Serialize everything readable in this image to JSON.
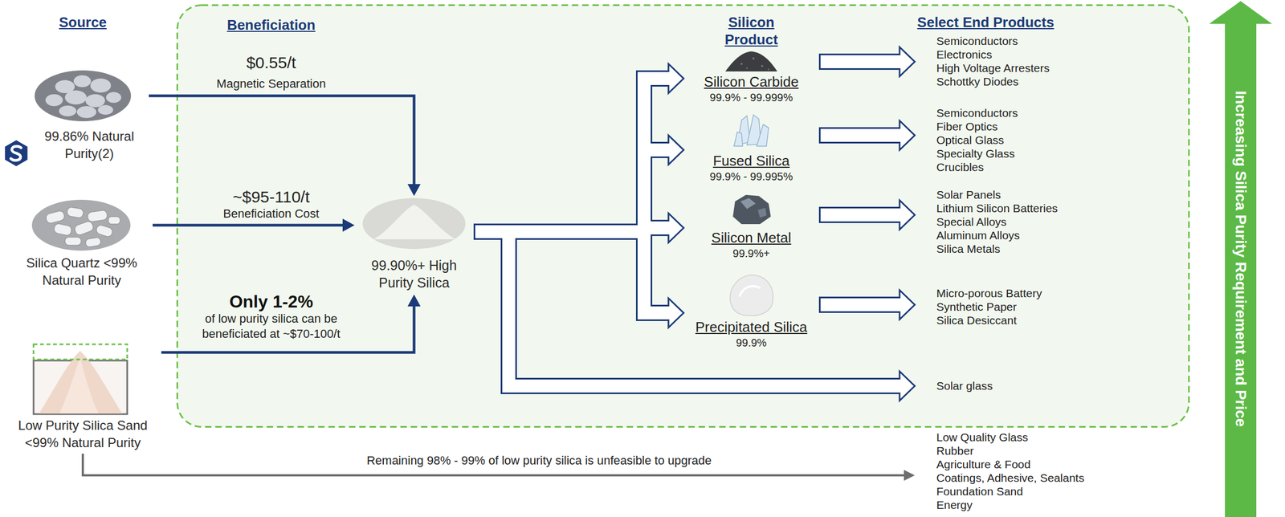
{
  "diagram": {
    "nodes": [
      {
        "text": [
          "99.86% Natural Purity(2)"
        ]
      },
      {
        "text": [
          "Silica Quartz <99% Natural Purity"
        ]
      },
      {
        "text": [
          "Low Purity Silica Sand <99% Natural Purity"
        ]
      },
      {
        "text": [
          "Beneficiation"
        ]
      },
      {
        "text": [
          "99.90%+ High Purity Silica"
        ],
        "in": 3
      },
      {
        "text": [
          "Silicon Carbide",
          "99.9% - 99.999%"
        ],
        "in": 3
      },
      {
        "text": [
          "Fused Silica",
          "99.9% - 99.995%"
        ],
        "in": 3
      },
      {
        "text": [
          "Silicon Metal",
          "99.9%+"
        ],
        "in": 3
      },
      {
        "text": [
          "Precipitated Silica",
          "99.9%"
        ],
        "in": 3
      },
      {
        "text": [
          "Semiconductors",
          "Electronics",
          "High Voltage Arresters",
          "Schottky Diodes"
        ],
        "in": 3
      },
      {
        "text": [
          "Semiconductors",
          "Fiber Optics",
          "Optical Glass",
          "Specialty Glass",
          "Crucibles"
        ],
        "in": 3
      },
      {
        "text": [
          "Solar Panels",
          "Lithium Silicon Batteries",
          "Special Alloys",
          "Aluminum Alloys",
          "Silica Metals"
        ],
        "in": 3
      },
      {
        "text": [
          "Micro-porous Battery",
          "Synthetic Paper",
          "Silica Desiccant"
        ],
        "in": 3
      },
      {
        "text": [
          "Solar glass"
        ],
        "in": 3
      },
      {
        "text": [
          "Low Quality Glass",
          "Rubber",
          "Agriculture & Food",
          "Coatings, Adhesive, Sealants",
          "Foundation Sand",
          "Energy"
        ]
      },
      {
        "text": [
          "Increasing Silica Purity Requirement and Price"
        ]
      }
    ],
    "edges": [
      {
        "from": 0,
        "to": 4,
        "arrow": "to",
        "label": "Magnetic Separation"
      },
      {
        "from": 1,
        "to": 4,
        "arrow": "to",
        "label": "Beneficiation Cost"
      },
      {
        "from": 2,
        "to": 4,
        "arrow": "to",
        "label": "of low purity silica can be beneficiated at ~$70-100/t"
      },
      {
        "from": 2,
        "to": 14,
        "arrow": "to",
        "label": "Remaining 98% - 99% of low purity silica is unfeasible to upgrade"
      },
      {
        "from": 4,
        "to": 5,
        "arrow": "to"
      },
      {
        "from": 4,
        "to": 6,
        "arrow": "to"
      },
      {
        "from": 4,
        "to": 7,
        "arrow": "to"
      },
      {
        "from": 4,
        "to": 8,
        "arrow": "to"
      },
      {
        "from": 4,
        "to": 13,
        "arrow": "to"
      },
      {
        "from": 5,
        "to": 9,
        "arrow": "to"
      },
      {
        "from": 6,
        "to": 10,
        "arrow": "to"
      },
      {
        "from": 7,
        "to": 11,
        "arrow": "to"
      },
      {
        "from": 8,
        "to": 12,
        "arrow": "to"
      }
    ],
    "labels": [
      "Source",
      "Silicon Product",
      "Select End Products",
      "$0.55/t",
      "~$95-110/t",
      "Only 1-2%"
    ]
  }
}
